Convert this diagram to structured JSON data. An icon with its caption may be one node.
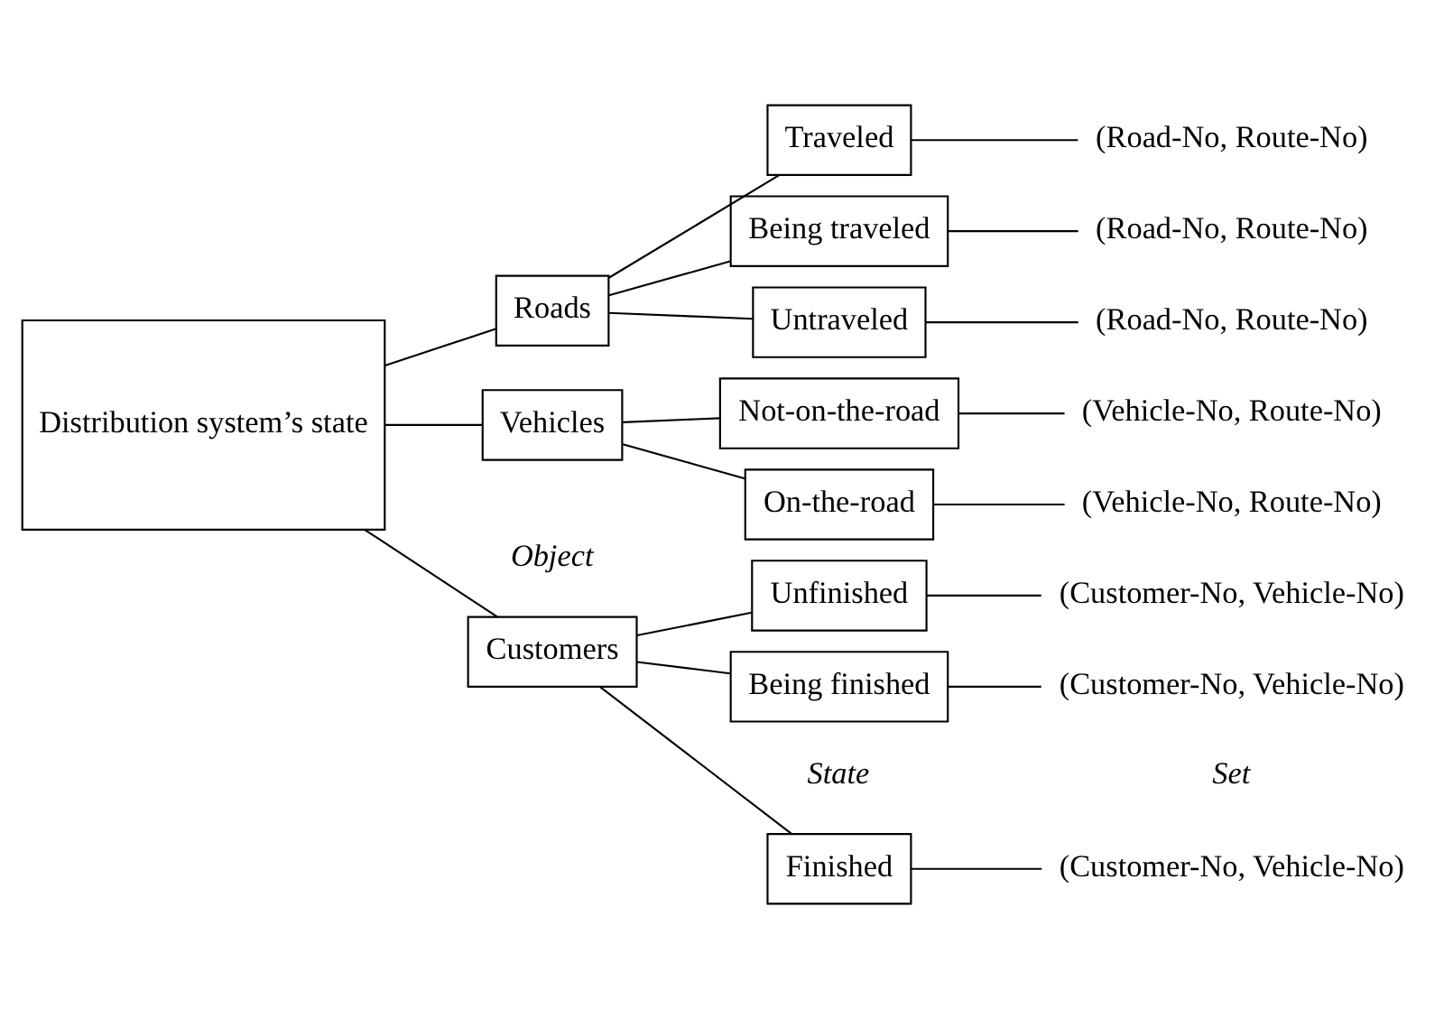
{
  "diagram": {
    "nodes": [
      {
        "text": [
          "Distribution system’s state"
        ]
      },
      {
        "text": [
          "Customers"
        ]
      },
      {
        "text": [
          "Roads"
        ]
      },
      {
        "text": [
          "Vehicles"
        ]
      },
      {
        "text": [
          "Finished"
        ]
      },
      {
        "text": [
          "Unfinished"
        ]
      },
      {
        "text": [
          "Being finished"
        ]
      },
      {
        "text": [
          "Traveled"
        ]
      },
      {
        "text": [
          "Being traveled"
        ]
      },
      {
        "text": [
          "Untraveled"
        ]
      },
      {
        "text": [
          "On-the-road"
        ]
      },
      {
        "text": [
          "Not-on-the-road"
        ]
      },
      {
        "text": [
          "(Customer-No, Vehicle-No)"
        ]
      },
      {
        "text": [
          "(Customer-No, Vehicle-No)"
        ]
      },
      {
        "text": [
          "(Customer-No, Vehicle-No)"
        ]
      },
      {
        "text": [
          "(Road-No, Route-No)"
        ]
      },
      {
        "text": [
          "(Road-No, Route-No)"
        ]
      },
      {
        "text": [
          "(Road-No, Route-No)"
        ]
      },
      {
        "text": [
          "(Vehicle-No, Route-No)"
        ]
      },
      {
        "text": [
          "(Vehicle-No, Route-No)"
        ]
      }
    ],
    "edges": [
      {
        "from": 0,
        "to": 1,
        "arrow": "none"
      },
      {
        "from": 0,
        "to": 2,
        "arrow": "none"
      },
      {
        "from": 0,
        "to": 3,
        "arrow": "none"
      },
      {
        "from": 1,
        "to": 4,
        "arrow": "none"
      },
      {
        "from": 1,
        "to": 5,
        "arrow": "none"
      },
      {
        "from": 1,
        "to": 6,
        "arrow": "none"
      },
      {
        "from": 2,
        "to": 7,
        "arrow": "none"
      },
      {
        "from": 2,
        "to": 8,
        "arrow": "none"
      },
      {
        "from": 2,
        "to": 9,
        "arrow": "none"
      },
      {
        "from": 3,
        "to": 10,
        "arrow": "none"
      },
      {
        "from": 3,
        "to": 11,
        "arrow": "none"
      },
      {
        "from": 4,
        "to": 12,
        "arrow": "none"
      },
      {
        "from": 5,
        "to": 13,
        "arrow": "none"
      },
      {
        "from": 6,
        "to": 14,
        "arrow": "none"
      },
      {
        "from": 7,
        "to": 15,
        "arrow": "none"
      },
      {
        "from": 8,
        "to": 16,
        "arrow": "none"
      },
      {
        "from": 9,
        "to": 17,
        "arrow": "none"
      },
      {
        "from": 10,
        "to": 18,
        "arrow": "none"
      },
      {
        "from": 11,
        "to": 19,
        "arrow": "none"
      }
    ],
    "labels": [
      "Object",
      "State",
      "Set"
    ]
  }
}
